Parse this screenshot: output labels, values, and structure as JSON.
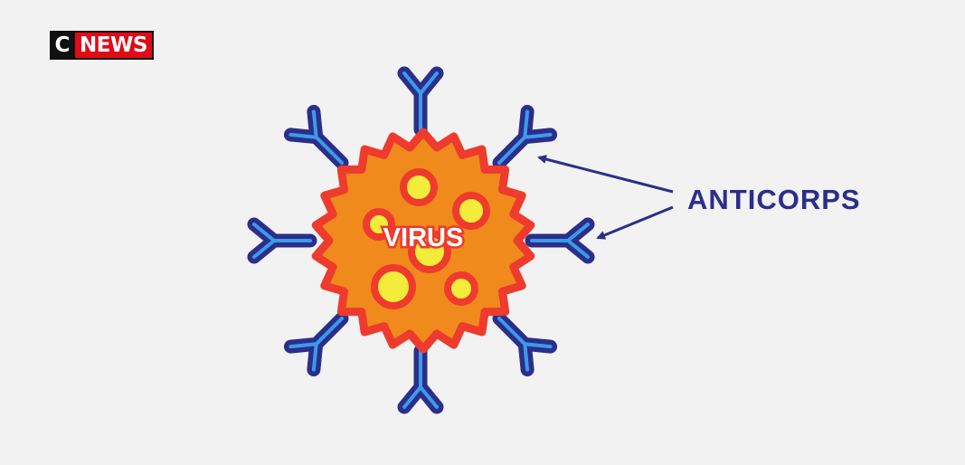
{
  "logo": {
    "letter": "C",
    "word": "NEWS"
  },
  "diagram": {
    "virus_label": "VIRUS",
    "antibody_label": "ANTICORPS"
  },
  "colors": {
    "background": "#f2f2f2",
    "virus_body": "#f18a1c",
    "virus_outline": "#ee3b2e",
    "spots": "#f3ec3a",
    "antibody_outer": "#2b2e8a",
    "antibody_inner": "#3b9bea",
    "label_text": "#2b2e8a",
    "logo_red": "#e10a17"
  }
}
